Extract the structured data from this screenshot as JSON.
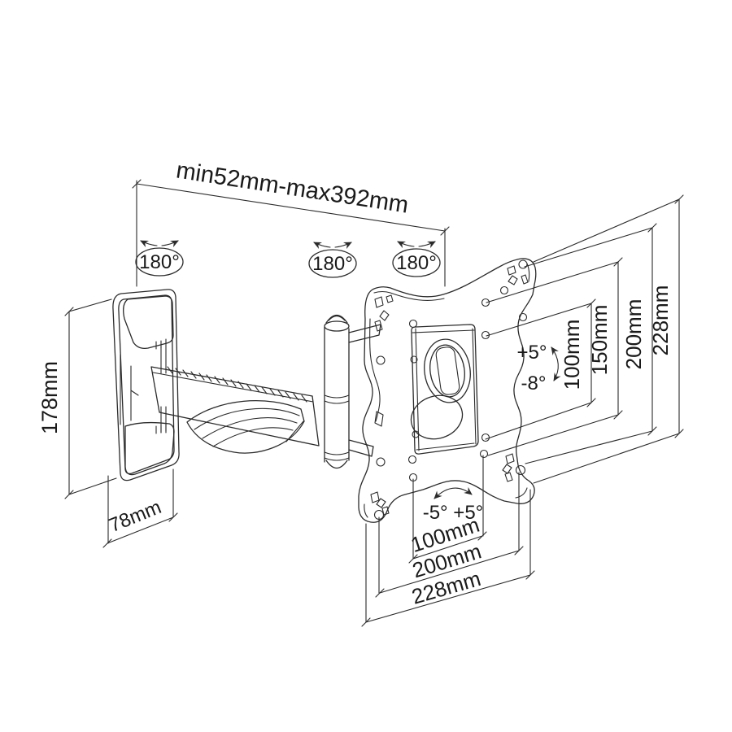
{
  "diagram": {
    "description": "Technical line drawing of a full-motion articulating TV wall mount bracket with dimension annotations",
    "background_color": "#ffffff",
    "line_color": "#2b2b2b",
    "text_color": "#1a1a1a"
  },
  "dimensions": {
    "arm_extension": "min52mm-max392mm",
    "wall_plate_height": "178mm",
    "wall_plate_depth": "78mm",
    "vesa_vertical": [
      "100mm",
      "150mm",
      "200mm",
      "228mm"
    ],
    "vesa_horizontal": [
      "100mm",
      "200mm",
      "228mm"
    ]
  },
  "angles": {
    "swivel_joints": [
      "180°",
      "180°",
      "180°"
    ],
    "tilt_up": "+5°",
    "tilt_down": "-8°",
    "plate_rotation": "-5° +5°"
  }
}
